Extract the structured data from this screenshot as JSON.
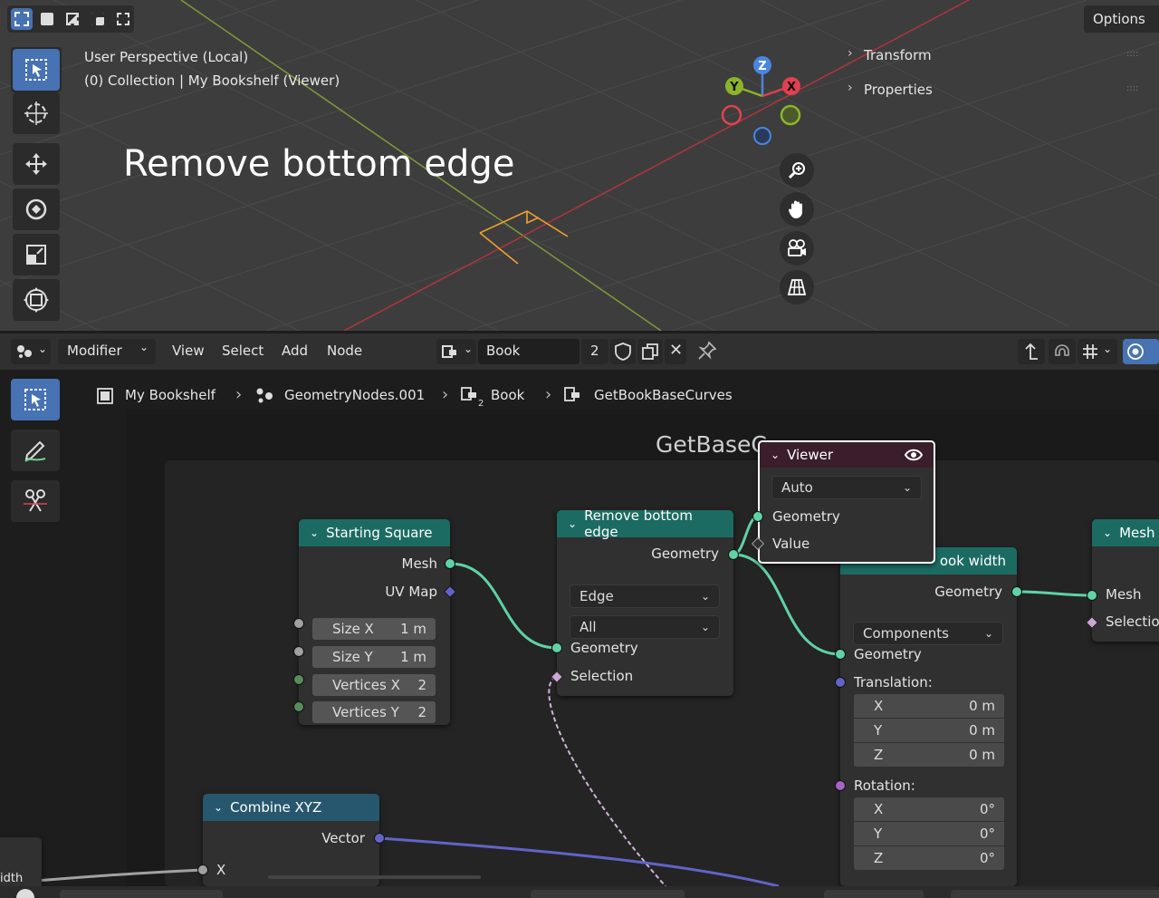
{
  "viewport": {
    "options_label": "Options",
    "perspective": "User Perspective (Local)",
    "collection": "(0) Collection | My Bookshelf (Viewer)",
    "overlay_caption": "Remove bottom edge",
    "panels": [
      {
        "label": "Transform"
      },
      {
        "label": "Properties"
      }
    ],
    "gizmo": {
      "x": "X",
      "y": "Y",
      "z": "Z"
    }
  },
  "editor_header": {
    "mode": "Modifier",
    "menus": [
      "View",
      "Select",
      "Add",
      "Node"
    ],
    "node_group": "Book",
    "users": "2"
  },
  "breadcrumb": [
    "My Bookshelf",
    "GeometryNodes.001",
    "Book",
    "GetBookBaseCurves"
  ],
  "frame_title": "GetBaseC",
  "nodes": {
    "starting_square": {
      "title": "Starting Square",
      "out_mesh": "Mesh",
      "out_uv": "UV Map",
      "fields": [
        {
          "label": "Size X",
          "value": "1 m"
        },
        {
          "label": "Size Y",
          "value": "1 m"
        },
        {
          "label": "Vertices X",
          "value": "2"
        },
        {
          "label": "Vertices Y",
          "value": "2"
        }
      ]
    },
    "remove_edge": {
      "title": "Remove bottom edge",
      "out_geometry": "Geometry",
      "domain": "Edge",
      "mode": "All",
      "in_geometry": "Geometry",
      "in_selection": "Selection"
    },
    "viewer": {
      "title": "Viewer",
      "domain": "Auto",
      "in_geometry": "Geometry",
      "in_value": "Value"
    },
    "transform": {
      "title": "ook width",
      "out_geometry": "Geometry",
      "mode": "Components",
      "in_geometry": "Geometry",
      "translation": "Translation:",
      "rotation": "Rotation:",
      "translation_fields": [
        {
          "axis": "X",
          "value": "0 m"
        },
        {
          "axis": "Y",
          "value": "0 m"
        },
        {
          "axis": "Z",
          "value": "0 m"
        }
      ],
      "rotation_fields": [
        {
          "axis": "X",
          "value": "0°"
        },
        {
          "axis": "Y",
          "value": "0°"
        },
        {
          "axis": "Z",
          "value": "0°"
        }
      ]
    },
    "combine_xyz": {
      "title": "Combine XYZ",
      "out_vector": "Vector",
      "in_x": "X"
    },
    "mesh_node": {
      "title": "Mesh",
      "in_mesh": "Mesh",
      "in_selection": "Selectio"
    }
  },
  "left_stub": "idth",
  "colors": {
    "accent": "#4772b3",
    "geometry_socket": "#00d6a3",
    "vector_socket": "#6363c7",
    "rotation_socket": "#a363c7",
    "selection_socket": "#cca6d6",
    "int_socket": "#598c5c",
    "float_socket": "#a1a1a1",
    "geometry_header": "#1c6b63",
    "input_header": "#83314a",
    "vector_header": "#27576e",
    "output_header": "#3b1e2c"
  }
}
